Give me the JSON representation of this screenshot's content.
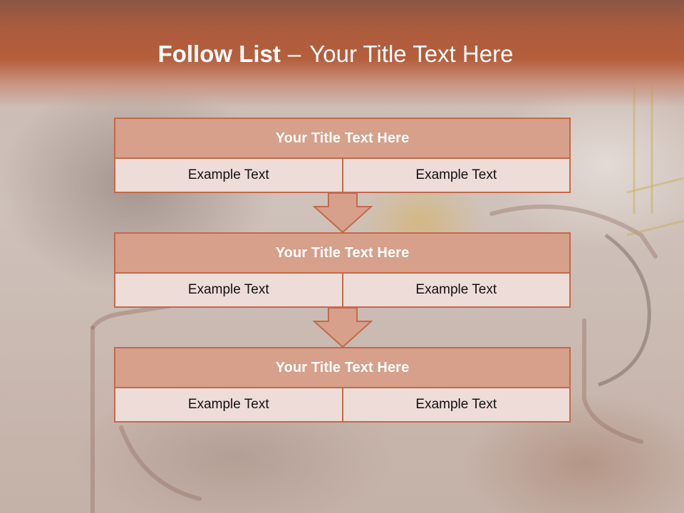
{
  "slide": {
    "title_bold": "Follow List",
    "title_separator": "–",
    "title_rest": "Your Title Text Here"
  },
  "blocks": [
    {
      "heading": "Your Title Text Here",
      "cells": [
        "Example Text",
        "Example Text"
      ]
    },
    {
      "heading": "Your Title Text Here",
      "cells": [
        "Example Text",
        "Example Text"
      ]
    },
    {
      "heading": "Your Title Text Here",
      "cells": [
        "Example Text",
        "Example Text"
      ]
    }
  ],
  "colors": {
    "header_band": "#b15c3c",
    "block_heading_fill": "#d6a08b",
    "block_border": "#c4694a",
    "cell_fill": "#eedcd8",
    "arrow_fill": "#d6a08b"
  }
}
